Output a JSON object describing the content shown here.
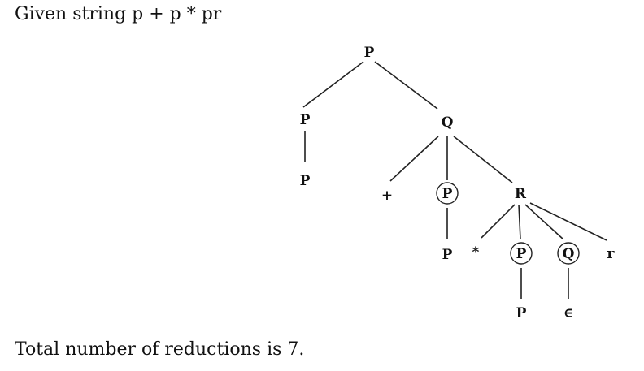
{
  "header_text": "Given string p + p * pr",
  "footer_text": "Total number of reductions is 7.",
  "tree": {
    "nodes": [
      {
        "id": "n1",
        "label": "P"
      },
      {
        "id": "n2",
        "label": "P"
      },
      {
        "id": "n3",
        "label": "Q"
      },
      {
        "id": "n4",
        "label": "P"
      },
      {
        "id": "n5",
        "label": "+"
      },
      {
        "id": "n6",
        "label": "P",
        "circled": true
      },
      {
        "id": "n7",
        "label": "R"
      },
      {
        "id": "n8",
        "label": "P"
      },
      {
        "id": "n9",
        "label": "*"
      },
      {
        "id": "n10",
        "label": "P",
        "circled": true
      },
      {
        "id": "n11",
        "label": "Q",
        "circled": true
      },
      {
        "id": "n12",
        "label": "r"
      },
      {
        "id": "n13",
        "label": "P"
      },
      {
        "id": "n14",
        "label": "∈"
      }
    ],
    "edges": [
      [
        "n1",
        "n2"
      ],
      [
        "n1",
        "n3"
      ],
      [
        "n2",
        "n4"
      ],
      [
        "n3",
        "n5"
      ],
      [
        "n3",
        "n6"
      ],
      [
        "n3",
        "n7"
      ],
      [
        "n6",
        "n8"
      ],
      [
        "n7",
        "n9"
      ],
      [
        "n7",
        "n10"
      ],
      [
        "n7",
        "n11"
      ],
      [
        "n7",
        "n12"
      ],
      [
        "n10",
        "n13"
      ],
      [
        "n11",
        "n14"
      ]
    ]
  }
}
